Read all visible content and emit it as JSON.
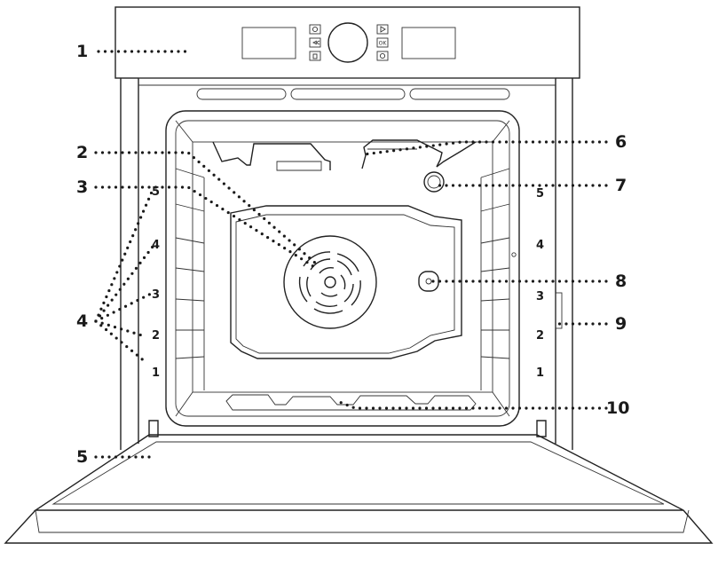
{
  "callouts": [
    "1",
    "2",
    "3",
    "4",
    "5",
    "6",
    "7",
    "8",
    "9",
    "10"
  ],
  "shelf_levels": {
    "left": [
      "5",
      "4",
      "3",
      "2",
      "1"
    ],
    "right": [
      "5",
      "4",
      "3",
      "2",
      "1"
    ]
  },
  "control_panel": {
    "key_labels": [
      "OK"
    ]
  },
  "colors": {
    "line": "#222222",
    "background": "#ffffff"
  }
}
